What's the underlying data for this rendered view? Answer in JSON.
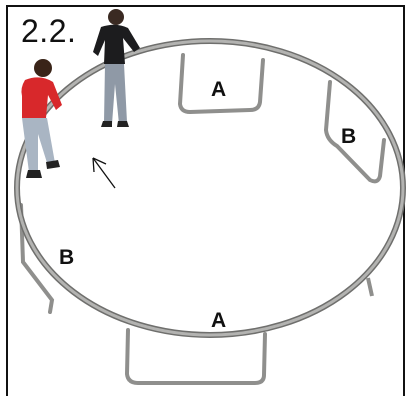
{
  "figure": {
    "step_label": "2.2.",
    "marks": [
      {
        "label": "A"
      },
      {
        "label": "B"
      },
      {
        "label": "B"
      },
      {
        "label": "A"
      }
    ],
    "colors": {
      "frame": "#9a9a98",
      "frame_shadow": "#6f6f6d",
      "border": "#111111",
      "shirt_red": "#d8282b",
      "shirt_black": "#1c1c1e",
      "jeans": "#9aa7b6"
    }
  }
}
